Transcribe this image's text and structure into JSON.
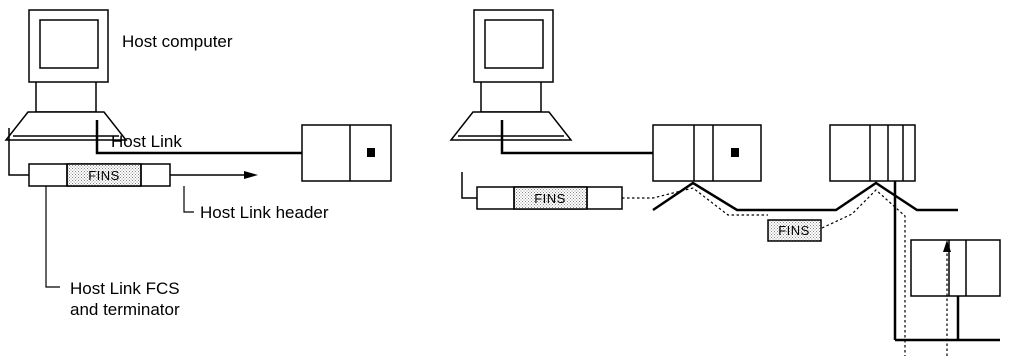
{
  "labels": {
    "host_computer": "Host computer",
    "host_link": "Host Link",
    "host_link_header": "Host Link header",
    "host_link_fcs_line1": "Host Link FCS",
    "host_link_fcs_line2": "and terminator",
    "fins_left": "FINS",
    "fins_mid": "FINS",
    "fins_network": "FINS"
  }
}
